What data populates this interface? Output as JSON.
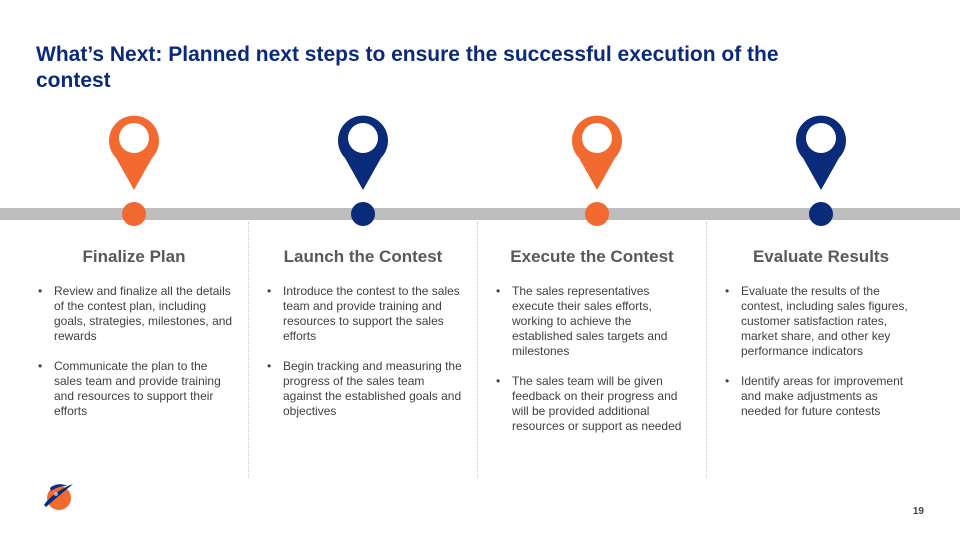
{
  "title": "What’s Next: Planned next steps to ensure the successful execution of the contest",
  "colors": {
    "orange": "#f26a30",
    "navy": "#0a2a7a",
    "timeline_gray": "#bdbdbd",
    "heading_gray": "#595959"
  },
  "steps": [
    {
      "title": "Finalize Plan",
      "pin_icon": "map-pin-icon",
      "pin_color": "#f26a30",
      "bullets": [
        "Review and finalize all the details of the contest plan, including goals, strategies, milestones, and rewards",
        "Communicate the plan to the sales team and provide training and resources to support their efforts"
      ]
    },
    {
      "title": "Launch the Contest",
      "pin_icon": "map-pin-icon",
      "pin_color": "#0a2a7a",
      "bullets": [
        "Introduce the contest to the sales team and provide training and resources to support the sales efforts",
        "Begin tracking and measuring the progress of the sales team against the established goals and objectives"
      ]
    },
    {
      "title": "Execute the Contest",
      "pin_icon": "map-pin-icon",
      "pin_color": "#f26a30",
      "bullets": [
        "The sales representatives execute their sales efforts, working to achieve the established sales targets and milestones",
        "The sales team will be given feedback on their progress and will be provided additional resources or support as needed"
      ]
    },
    {
      "title": "Evaluate Results",
      "pin_icon": "map-pin-icon",
      "pin_color": "#0a2a7a",
      "bullets": [
        "Evaluate the results of the contest, including sales figures, customer satisfaction rates, market share, and other key performance indicators",
        "Identify areas for improvement and make adjustments as needed for future contests"
      ]
    }
  ],
  "footer": {
    "page_number": "19",
    "logo_icon": "planet-logo-icon"
  }
}
